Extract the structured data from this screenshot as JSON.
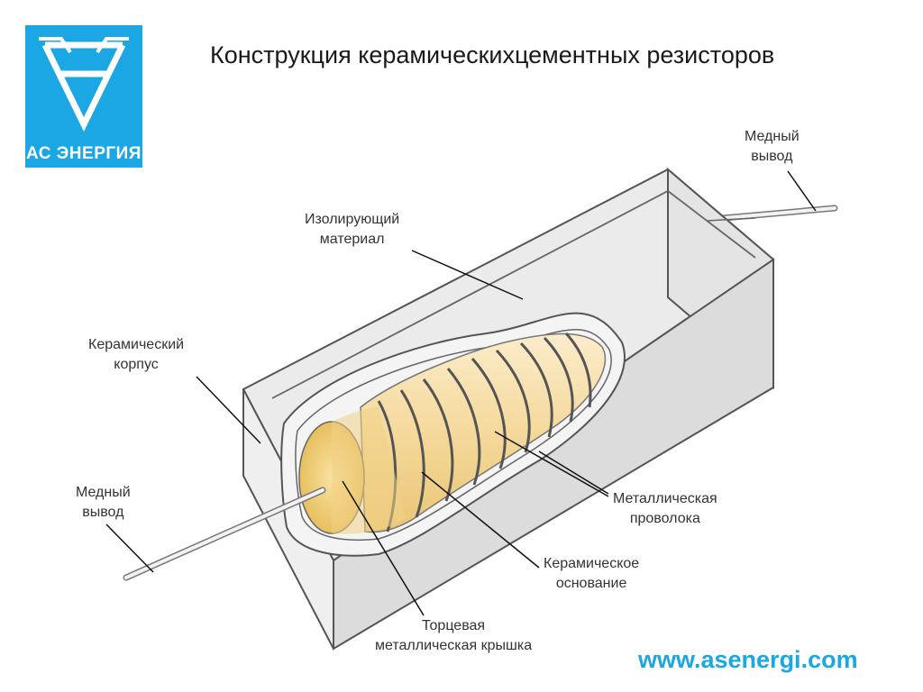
{
  "title": "Конструкция керамическихцементных резисторов",
  "logo": {
    "text": "АС ЭНЕРГИЯ",
    "icon": "brand-logo-icon"
  },
  "labels": {
    "lead_top": [
      "Медный",
      "вывод"
    ],
    "insulation": [
      "Изолирующий",
      "материал"
    ],
    "ceramic_body": [
      "Керамический",
      "корпус"
    ],
    "lead_bottom": [
      "Медный",
      "вывод"
    ],
    "metal_wire": [
      "Металлическая",
      "проволока"
    ],
    "ceramic_base": [
      "Керамическое",
      "основание"
    ],
    "end_cap": [
      "Торцевая",
      "металлическая крышка"
    ]
  },
  "website": "www.asenergi.com",
  "colors": {
    "accent": "#1aa7e4",
    "body": "#ededed",
    "core": "#f3d98f"
  }
}
